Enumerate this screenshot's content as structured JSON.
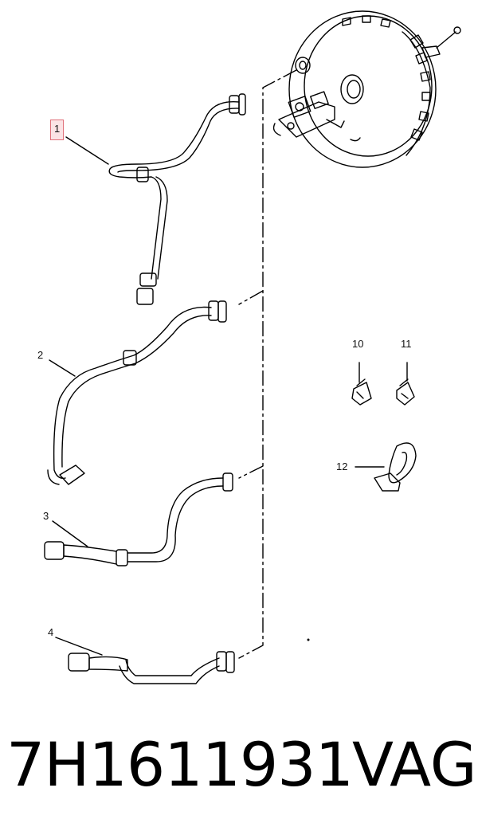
{
  "callouts": {
    "c1": "1",
    "c2": "2",
    "c3": "3",
    "c4": "4",
    "c10": "10",
    "c11": "11",
    "c12": "12"
  },
  "caption": {
    "part_number": "7H1611931",
    "brand": "VAG"
  },
  "colors": {
    "highlight_fill": "#fbe3e5",
    "highlight_border": "#e0707a",
    "line": "#000000"
  }
}
